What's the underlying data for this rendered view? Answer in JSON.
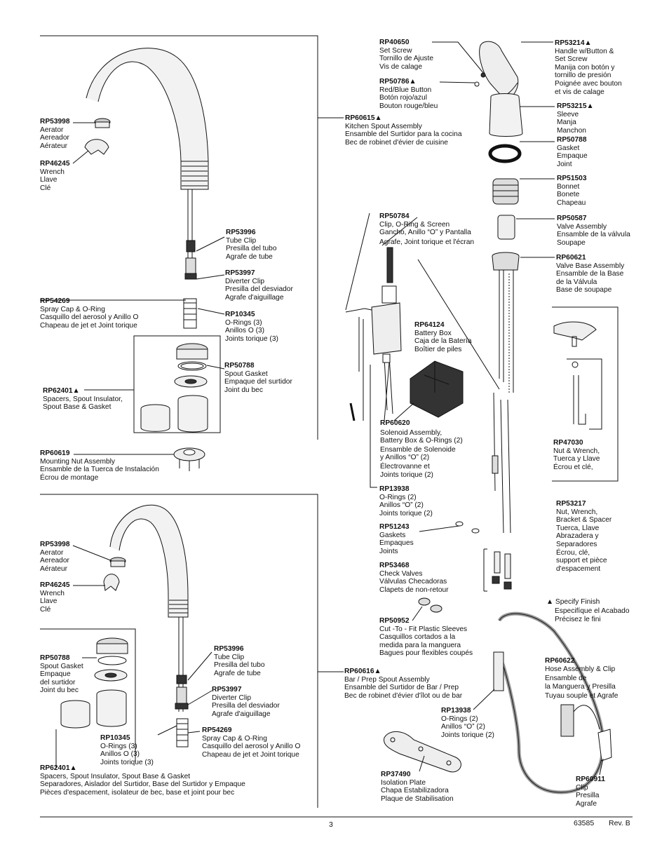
{
  "labels": {
    "rp53998_a": {
      "part": "RP53998",
      "lines": [
        "Aerator",
        "Aereador",
        "Aérateur"
      ]
    },
    "rp46245_a": {
      "part": "RP46245",
      "lines": [
        "Wrench",
        "Llave",
        "Clé"
      ]
    },
    "rp53996_a": {
      "part": "RP53996",
      "lines": [
        "Tube Clip",
        "Presilla del tubo",
        "Agrafe de tube"
      ]
    },
    "rp53997_a": {
      "part": "RP53997",
      "lines": [
        "Diverter Clip",
        "Presilla del desviador",
        "Agrafe d'aiguillage"
      ]
    },
    "rp54269_a": {
      "part": "RP54269",
      "lines": [
        "Spray Cap & O-Ring",
        "Casquillo del aerosol y Anillo O",
        "Chapeau de jet et Joint torique"
      ]
    },
    "rp10345_a": {
      "part": "RP10345",
      "lines": [
        "O-Rings (3)",
        "Anillos O (3)",
        "Joints torique (3)"
      ]
    },
    "rp50788_a": {
      "part": "RP50788",
      "lines": [
        "Spout Gasket",
        "Empaque del surtidor",
        "Joint du bec"
      ]
    },
    "rp62401_a": {
      "part": "RP62401▲",
      "lines": [
        "Spacers, Spout Insulator,",
        "Spout Base & Gasket"
      ]
    },
    "rp60619": {
      "part": "RP60619",
      "lines": [
        "Mounting Nut Assembly",
        "Ensamble de la Tuerca de Instalación",
        "Écrou de montage"
      ]
    },
    "rp40650": {
      "part": "RP40650",
      "lines": [
        "Set Screw",
        "Tornillo de Ajuste",
        "Vis de calage"
      ]
    },
    "rp50786": {
      "part": "RP50786▲",
      "lines": [
        "Red/Blue Button",
        "Botón rojo/azul",
        "Bouton rouge/bleu"
      ]
    },
    "rp60615": {
      "part": "RP60615▲",
      "lines": [
        "Kitchen Spout Assembly",
        "Ensamble del Surtidor para la cocina",
        "Bec de robinet d'évier de cuisine"
      ]
    },
    "rp53214": {
      "part": "RP53214▲",
      "lines": [
        "Handle w/Button &",
        "Set Screw",
        "Manija con botón y",
        "tornillo de presión",
        "Poignée avec bouton",
        "et vis de calage"
      ]
    },
    "rp53215": {
      "part": "RP53215▲",
      "lines": [
        "Sleeve",
        "Manja",
        "Manchon"
      ]
    },
    "rp50788_b": {
      "part": "RP50788",
      "lines": [
        "Gasket",
        "Empaque",
        "Joint"
      ]
    },
    "rp51503": {
      "part": "RP51503",
      "lines": [
        "Bonnet",
        "Bonete",
        "Chapeau"
      ]
    },
    "rp50587": {
      "part": "RP50587",
      "lines": [
        "Valve Assembly",
        "Ensamble de la válvula",
        "Soupape"
      ]
    },
    "rp60621": {
      "part": "RP60621",
      "lines": [
        "Valve Base Assembly",
        "Ensamble de la Base",
        "de la Válvula",
        "Base de soupape"
      ]
    },
    "rp50784": {
      "part": "RP50784",
      "lines": [
        "Clip, O-Ring & Screen",
        "Gancho, Anillo “O” y Pantalla",
        "Agrafe, Joint torique et l'écran"
      ]
    },
    "rp64124": {
      "part": "RP64124",
      "lines": [
        "Battery Box",
        "Caja de la Batería",
        "Boîtier de piles"
      ]
    },
    "rp60620": {
      "part": "RP60620",
      "lines": [
        "Solenoid Assembly,",
        "Battery Box & O-Rings (2)",
        "Ensamble de Solenoide",
        "y Anillos “O” (2)",
        "Électrovanne et",
        "Joints torique (2)"
      ]
    },
    "rp13938_a": {
      "part": "RP13938",
      "lines": [
        "O-Rings (2)",
        "Anillos “O” (2)",
        "Joints torique (2)"
      ]
    },
    "rp51243": {
      "part": "RP51243",
      "lines": [
        "Gaskets",
        "Empaques",
        "Joints"
      ]
    },
    "rp53468": {
      "part": "RP53468",
      "lines": [
        "Check Valves",
        "Válvulas Checadoras",
        "Clapets de non-retour"
      ]
    },
    "rp50952": {
      "part": "RP50952",
      "lines": [
        "Cut -To - Fit Plastic Sleeves",
        "Casquillos cortados a la",
        "medida para la manguera",
        "Bagues pour flexibles coupés"
      ]
    },
    "rp47030": {
      "part": "RP47030",
      "lines": [
        "Nut & Wrench,",
        "Tuerca y Llave",
        "Écrou et clé,"
      ]
    },
    "rp53217": {
      "part": "RP53217",
      "lines": [
        "Nut, Wrench,",
        "Bracket & Spacer",
        "Tuerca, Llave",
        "Abrazadera y",
        "Separadores",
        "Écrou, clé,",
        "support et pièce",
        "d'espacement"
      ]
    },
    "specify": {
      "part": "",
      "lines": [
        "▲ Specify Finish",
        "Especifíque el Acabado",
        "Précisez le fini"
      ]
    },
    "rp60616": {
      "part": "RP60616▲",
      "lines": [
        "Bar / Prep Spout Assembly",
        "Ensamble del Surtidor de Bar / Prep",
        "Bec de robinet d'évier d'îlot ou de bar"
      ]
    },
    "rp60622": {
      "part": "RP60622",
      "lines": [
        "Hose Assembly & Clip",
        "Ensamble de",
        "la Manguera y Presilla",
        "Tuyau souple et Agrafe"
      ]
    },
    "rp13938_b": {
      "part": "RP13938",
      "lines": [
        "O-Rings (2)",
        "Anillos “O” (2)",
        "Joints torique (2)"
      ]
    },
    "rp37490": {
      "part": "RP37490",
      "lines": [
        "Isolation Plate",
        "Chapa Estabilizadora",
        "Plaque de Stabilisation"
      ]
    },
    "rp60911": {
      "part": "RP60911",
      "lines": [
        "Clip",
        "Presilla",
        "Agrafe"
      ]
    },
    "rp53998_b": {
      "part": "RP53998",
      "lines": [
        "Aerator",
        "Aereador",
        "Aérateur"
      ]
    },
    "rp46245_b": {
      "part": "RP46245",
      "lines": [
        "Wrench",
        "Llave",
        "Clé"
      ]
    },
    "rp50788_c": {
      "part": "RP50788",
      "lines": [
        "Spout Gasket",
        "Empaque",
        "del surtidor",
        "Joint du bec"
      ]
    },
    "rp53996_b": {
      "part": "RP53996",
      "lines": [
        "Tube Clip",
        "Presilla del tubo",
        "Agrafe de tube"
      ]
    },
    "rp53997_b": {
      "part": "RP53997",
      "lines": [
        "Diverter Clip",
        "Presilla del desviador",
        "Agrafe d'aiguillage"
      ]
    },
    "rp54269_b": {
      "part": "RP54269",
      "lines": [
        "Spray Cap & O-Ring",
        "Casquillo del aerosol y Anillo O",
        "Chapeau de jet et Joint torique"
      ]
    },
    "rp10345_b": {
      "part": "RP10345",
      "lines": [
        "O-Rings (3)",
        "Anillos O (3)",
        "Joints torique (3)"
      ]
    },
    "rp62401_b": {
      "part": "RP62401▲",
      "lines": [
        "Spacers, Spout Insulator, Spout Base & Gasket",
        "Separadores, Aislador del Surtidor, Base del Surtidor y Empaque",
        "Pièces d'espacement, isolateur de bec, base et joint pour bec"
      ]
    }
  },
  "footer": {
    "page": "3",
    "doc": "63585",
    "rev": "Rev. B"
  }
}
